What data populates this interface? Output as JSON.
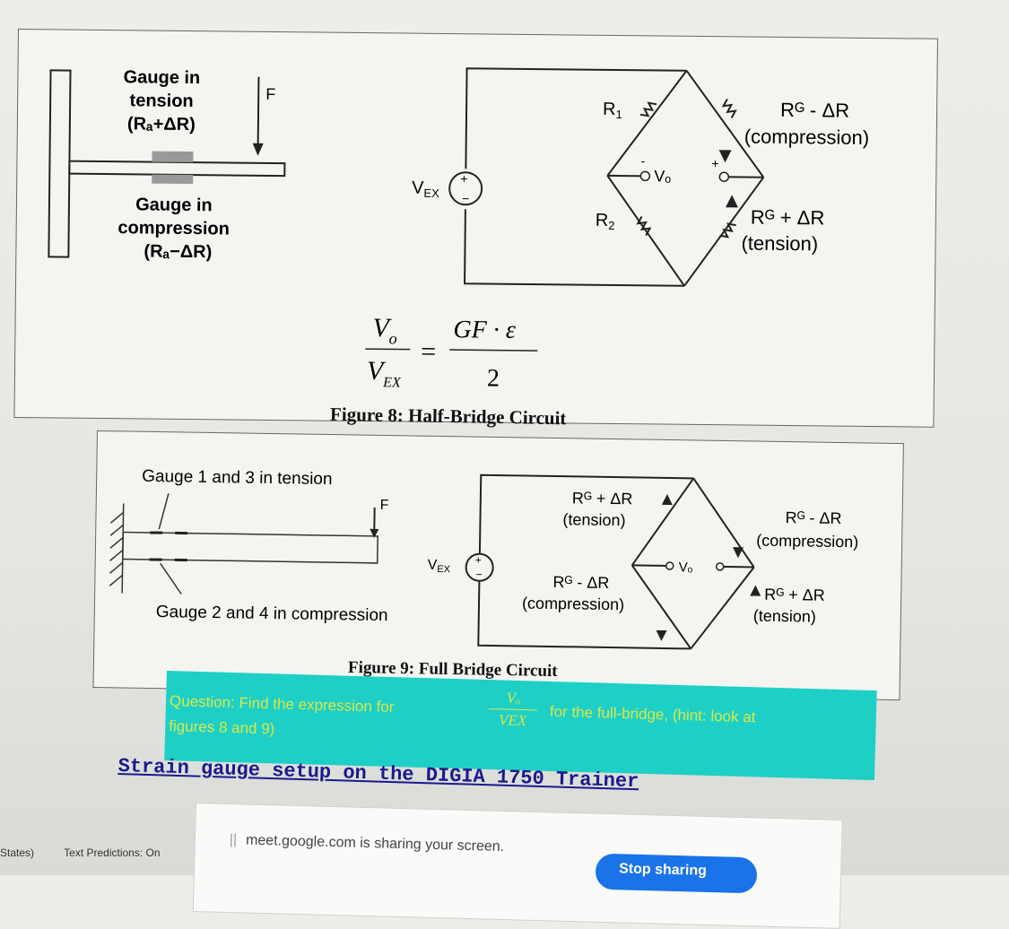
{
  "figure8": {
    "caption": "Figure 8: Half-Bridge Circuit",
    "beam": {
      "gauge_tension": [
        "Gauge in",
        "tension",
        "(Rₐ+ΔR)"
      ],
      "gauge_compression": [
        "Gauge in",
        "compression",
        "(Rₐ−ΔR)"
      ],
      "force": "F"
    },
    "circuit": {
      "vex": "V",
      "vex_sub": "EX",
      "r1": "R",
      "r1_sub": "1",
      "r2": "R",
      "r2_sub": "2",
      "vo": "Vₒ",
      "rg_minus": "Rᴳ - ΔR",
      "compression": "(compression)",
      "rg_plus": "Rᴳ + ΔR",
      "tension": "(tension)"
    },
    "equation": {
      "num_left": "V",
      "num_left_sub": "o",
      "den_left": "V",
      "den_left_sub": "EX",
      "num_right": "GF · ε",
      "den_right": "2"
    }
  },
  "figure9": {
    "caption": "Figure 9: Full Bridge Circuit",
    "beam": {
      "label_top": "Gauge 1 and 3 in tension",
      "label_bottom": "Gauge 2 and 4 in compression",
      "force": "F"
    },
    "circuit": {
      "vex": "V",
      "vex_sub": "EX",
      "rg_plus": "Rᴳ + ΔR",
      "tension": "(tension)",
      "rg_minus": "Rᴳ - ΔR",
      "compression": "(compression)",
      "vo": "Vₒ"
    }
  },
  "question": {
    "part1": "Question: Find the expression for",
    "frac_num": "Vₒ",
    "frac_den": "VEX",
    "part2": "for the full-bridge, (hint: look at",
    "part3": "figures 8 and 9)"
  },
  "link": "Strain gauge setup on the DIGIA 1750 Trainer",
  "share_bar": {
    "pause_icon": "||",
    "text": "meet.google.com is sharing your screen.",
    "stop_label": "Stop sharing"
  },
  "status_bar": {
    "language": "States)",
    "text_predictions": "Text Predictions: On"
  }
}
